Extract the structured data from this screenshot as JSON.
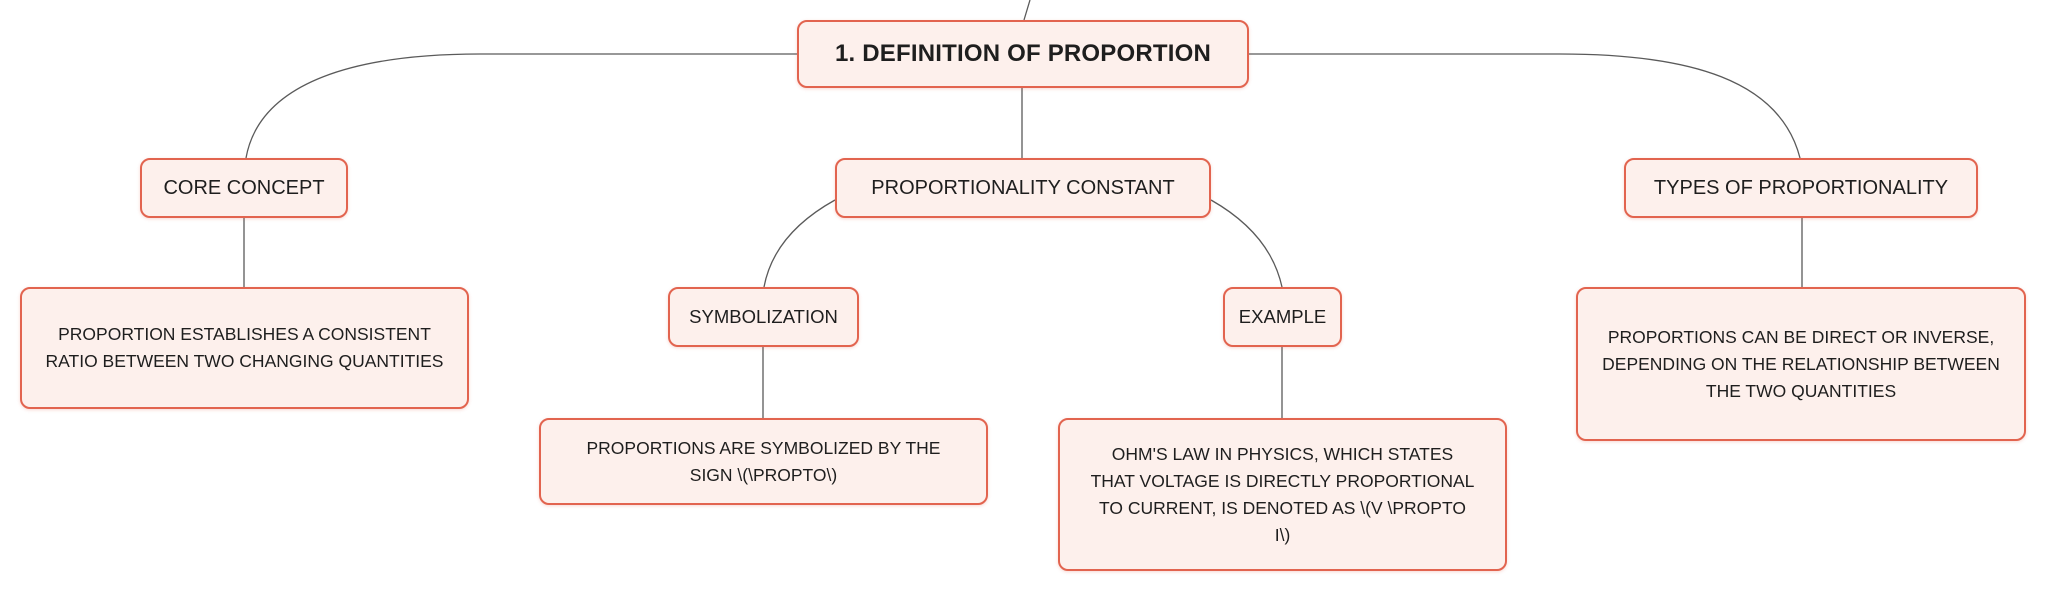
{
  "accent_color": "#e2644f",
  "fill_color": "#fdf0ec",
  "line_color": "#5a5a5a",
  "root": {
    "label": "1. DEFINITION OF PROPORTION"
  },
  "branches": {
    "core_concept": {
      "label": "CORE CONCEPT",
      "detail": "PROPORTION ESTABLISHES A CONSISTENT RATIO BETWEEN TWO CHANGING QUANTITIES"
    },
    "constant": {
      "label": "PROPORTIONALITY CONSTANT",
      "symbolization": {
        "label": "SYMBOLIZATION",
        "detail": "PROPORTIONS ARE SYMBOLIZED BY THE SIGN \\(\\PROPTO\\)"
      },
      "example": {
        "label": "EXAMPLE",
        "detail": "OHM'S LAW IN PHYSICS, WHICH STATES THAT VOLTAGE IS DIRECTLY PROPORTIONAL TO CURRENT, IS DENOTED AS \\(V \\PROPTO I\\)"
      }
    },
    "types": {
      "label": "TYPES OF PROPORTIONALITY",
      "detail": "PROPORTIONS CAN BE DIRECT OR INVERSE, DEPENDING ON THE RELATIONSHIP BETWEEN THE TWO QUANTITIES"
    }
  }
}
